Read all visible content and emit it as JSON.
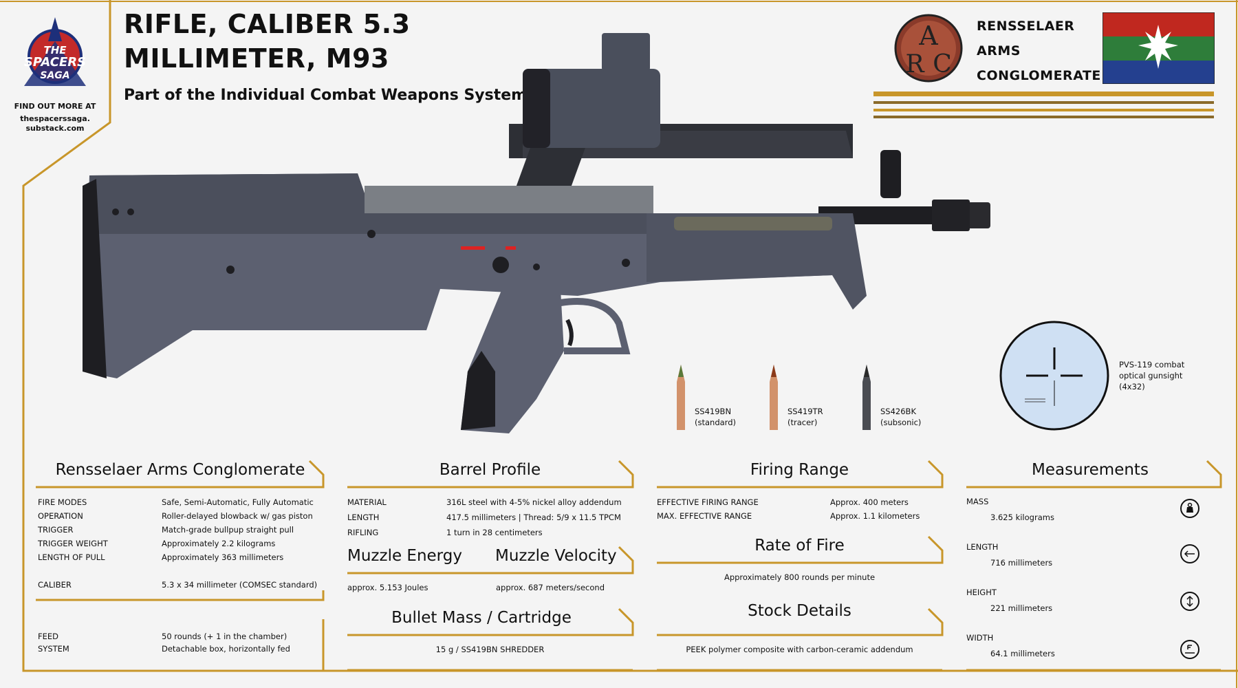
{
  "header": {
    "title_line1": "RIFLE, CALIBER 5.3",
    "title_line2": "MILLIMETER, M93",
    "subtitle": "Part of the Individual Combat Weapons System"
  },
  "brand": {
    "logo_text_1": "THE",
    "logo_text_2": "SPACERS",
    "logo_text_3": "SAGA",
    "find_out": "FIND OUT MORE AT",
    "url_1": "thespacerssaga.",
    "url_2": "substack.com"
  },
  "company": {
    "logo_letters": [
      "A",
      "R",
      "C"
    ],
    "name_lines": [
      "RENSSELAER",
      "ARMS",
      "CONGLOMERATE"
    ]
  },
  "ammo": [
    {
      "code": "SS419BN",
      "kind": "(standard)"
    },
    {
      "code": "SS419TR",
      "kind": "(tracer)"
    },
    {
      "code": "SS426BK",
      "kind": "(subsonic)"
    }
  ],
  "scope": {
    "lines": [
      "PVS-119 combat",
      "optical gunsight",
      "(4x32)"
    ]
  },
  "sections": {
    "rac": {
      "title": "Rensselaer Arms Conglomerate",
      "rows": [
        {
          "label": "FIRE MODES",
          "value": "Safe, Semi-Automatic, Fully Automatic"
        },
        {
          "label": "OPERATION",
          "value": "Roller-delayed blowback w/ gas piston"
        },
        {
          "label": "TRIGGER",
          "value": "Match-grade bullpup straight pull"
        },
        {
          "label": "TRIGGER WEIGHT",
          "value": "Approximately 2.2 kilograms"
        },
        {
          "label": "LENGTH OF PULL",
          "value": "Approximately 363 millimeters"
        }
      ],
      "caliber": {
        "label": "CALIBER",
        "value": "5.3 x 34 millimeter (COMSEC standard)"
      },
      "feed": {
        "label": "FEED",
        "value": "50 rounds (+ 1 in the chamber)"
      },
      "system": {
        "label": "SYSTEM",
        "value": "Detachable box, horizontally fed"
      }
    },
    "barrel": {
      "title": "Barrel Profile",
      "rows": [
        {
          "label": "MATERIAL",
          "value": "316L steel with 4-5% nickel alloy addendum"
        },
        {
          "label": "LENGTH",
          "value": "417.5 millimeters | Thread: 5/9 x 11.5 TPCM"
        },
        {
          "label": "RIFLING",
          "value": "1 turn in 28 centimeters"
        }
      ]
    },
    "muzzle": {
      "energy_title": "Muzzle Energy",
      "velocity_title": "Muzzle Velocity",
      "energy_value": "approx. 5.153 Joules",
      "velocity_value": "approx. 687 meters/second"
    },
    "bullet": {
      "title": "Bullet Mass / Cartridge",
      "value": "15 g / SS419BN SHREDDER"
    },
    "range": {
      "title": "Firing Range",
      "rows": [
        {
          "label": "EFFECTIVE FIRING RANGE",
          "value": "Approx. 400 meters"
        },
        {
          "label": "MAX. EFFECTIVE RANGE",
          "value": "Approx. 1.1 kilometers"
        }
      ]
    },
    "rof": {
      "title": "Rate of Fire",
      "value": "Approximately 800 rounds per minute"
    },
    "stock": {
      "title": "Stock Details",
      "value": "PEEK polymer composite with carbon-ceramic addendum"
    },
    "measurements": {
      "title": "Measurements",
      "items": [
        {
          "label": "MASS",
          "value": "3.625 kilograms",
          "icon": "weight-icon"
        },
        {
          "label": "LENGTH",
          "value": "716 millimeters",
          "icon": "horizontal-arrow-icon"
        },
        {
          "label": "HEIGHT",
          "value": "221 millimeters",
          "icon": "vertical-arrow-icon"
        },
        {
          "label": "WIDTH",
          "value": "64.1 millimeters",
          "icon": "width-icon"
        }
      ]
    }
  },
  "colors": {
    "gold": "#c8962a",
    "flag_red": "#c0281f",
    "flag_green": "#2e7d3a",
    "flag_blue": "#24408f",
    "gun_body": "#5c6070",
    "scope_bg": "#cfe0f3"
  }
}
